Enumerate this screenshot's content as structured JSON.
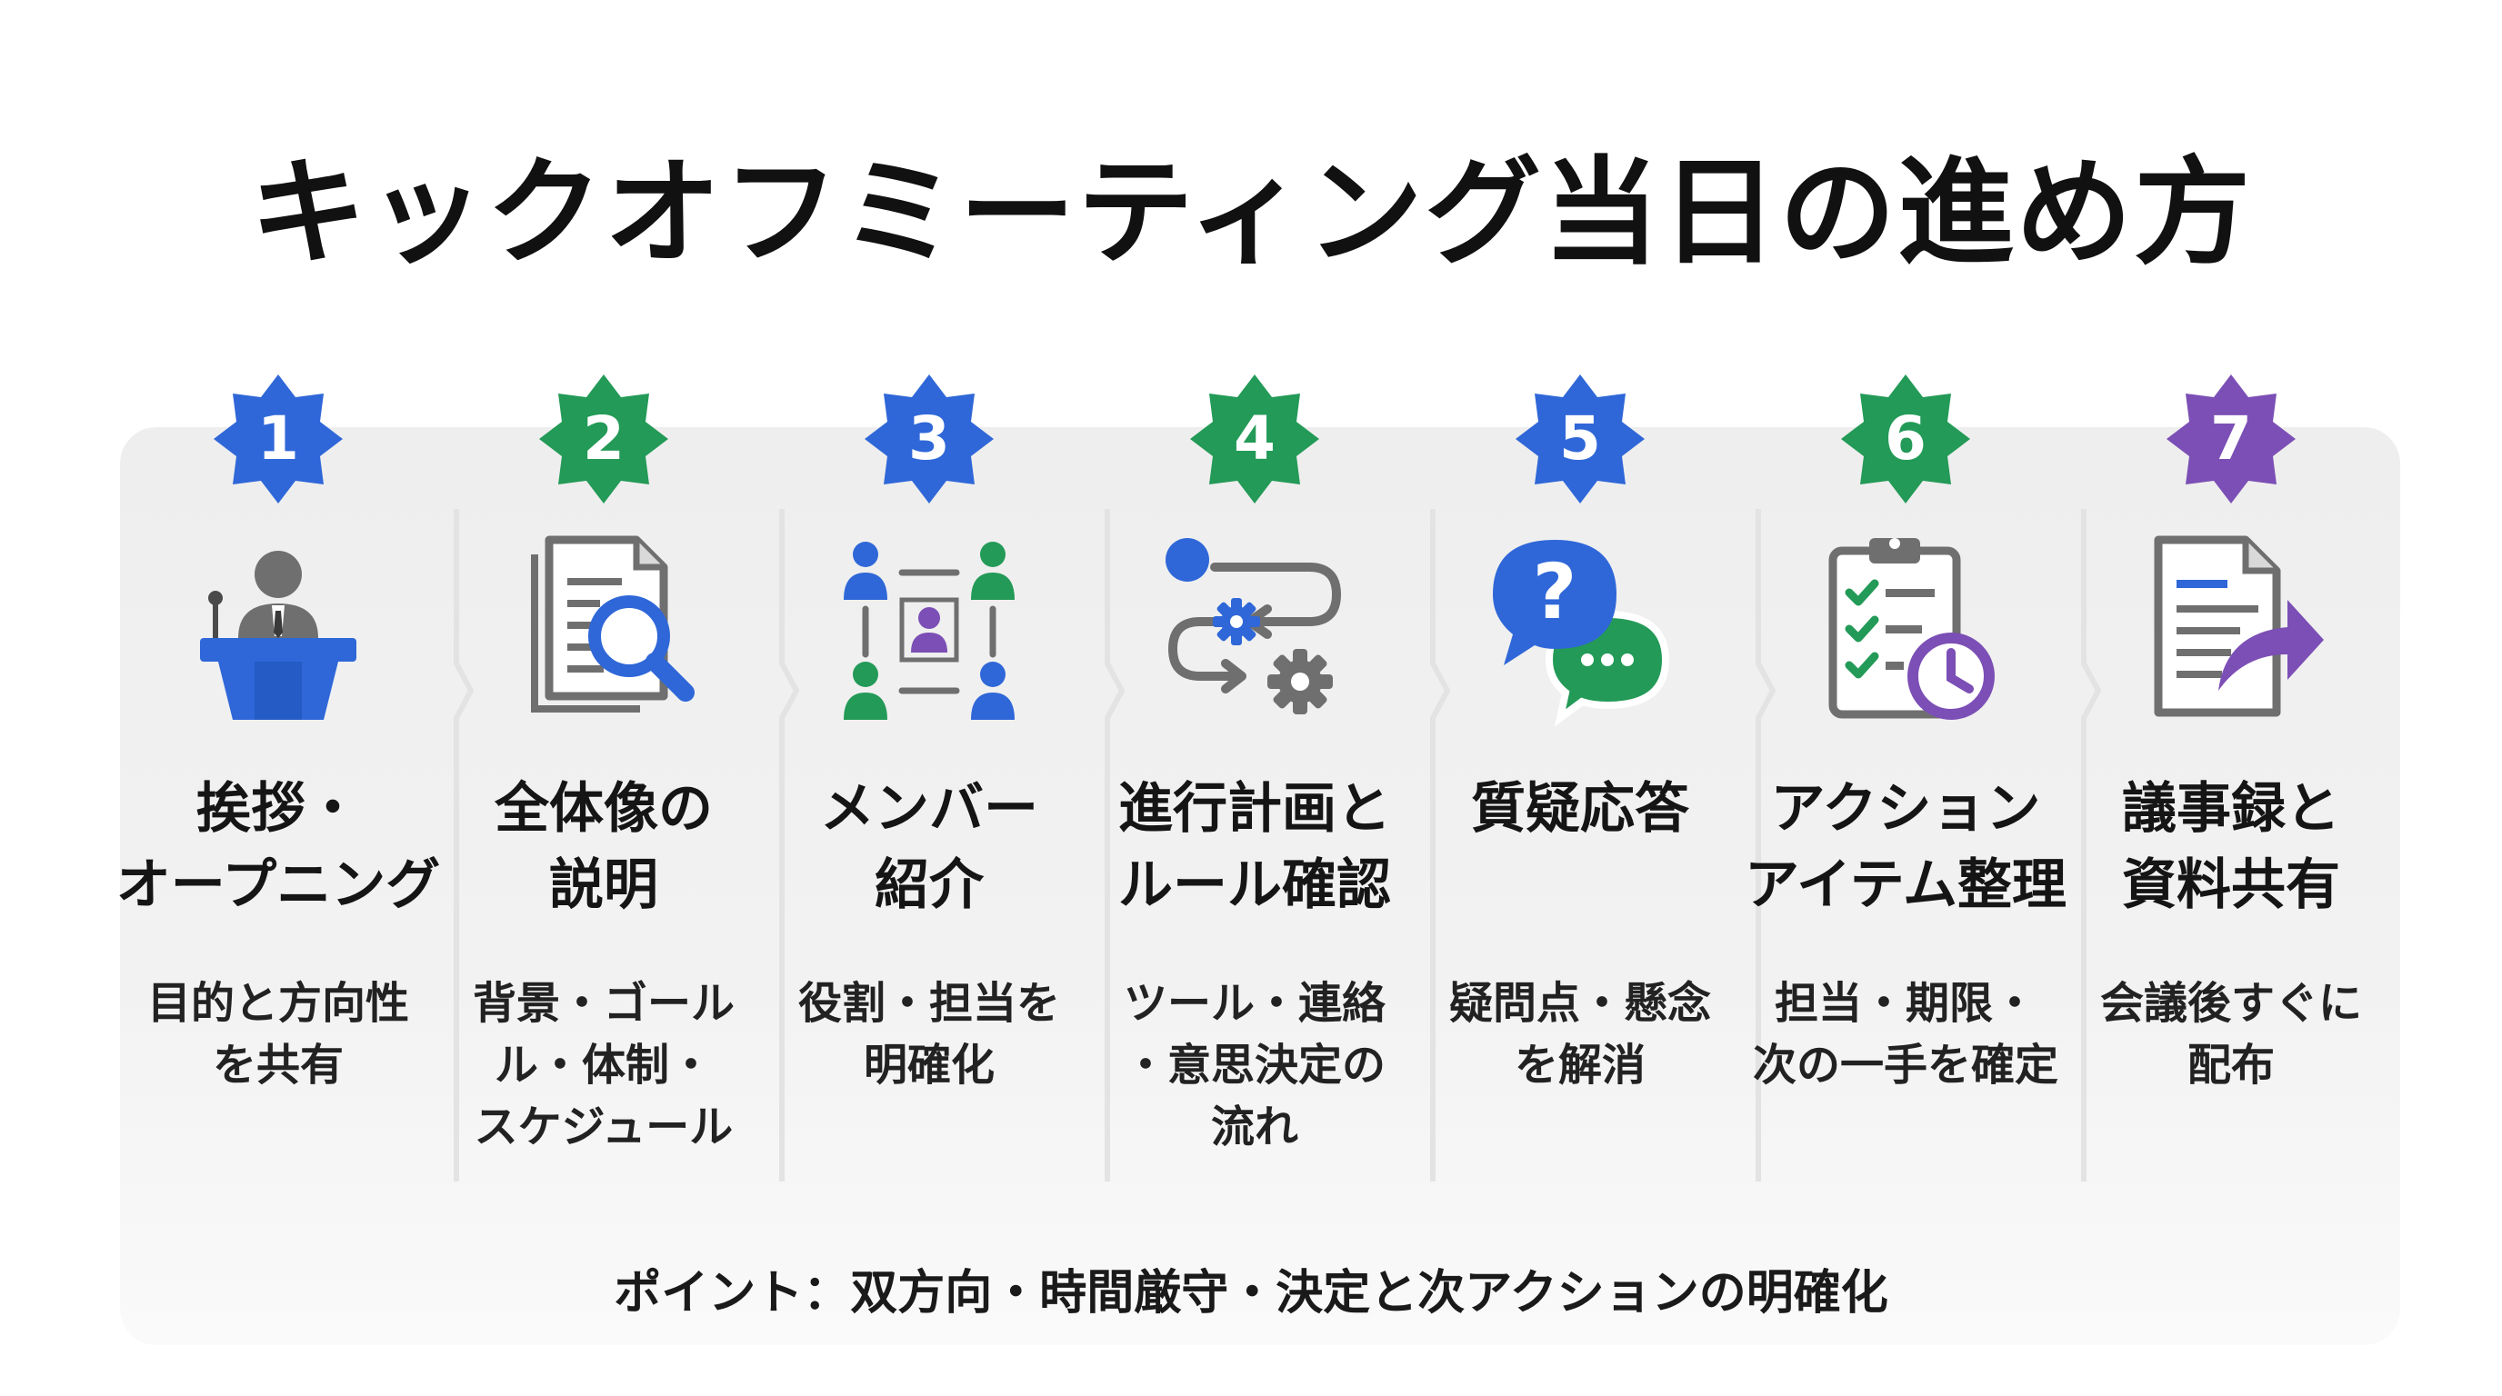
{
  "title": "キックオフミーティング当日の進め方",
  "colors": {
    "blue": "#2f67d8",
    "green": "#239a57",
    "purple": "#7b4fb5",
    "gray": "#6f6f6f"
  },
  "steps": [
    {
      "number": "1",
      "badge_color": "#2f67d8",
      "icon": "podium-speaker-icon",
      "label_lines": [
        "挨拶・",
        "オープニング"
      ],
      "desc_lines": [
        "目的と方向性",
        "を共有"
      ]
    },
    {
      "number": "2",
      "badge_color": "#239a57",
      "icon": "document-magnifier-icon",
      "label_lines": [
        "全体像の",
        "説明"
      ],
      "desc_lines": [
        "背景・ゴール",
        "ル・体制・",
        "スケジュール"
      ]
    },
    {
      "number": "3",
      "badge_color": "#2f67d8",
      "icon": "team-network-icon",
      "label_lines": [
        "メンバー",
        "紹介"
      ],
      "desc_lines": [
        "役割・担当を",
        "明確化"
      ]
    },
    {
      "number": "4",
      "badge_color": "#239a57",
      "icon": "process-gears-icon",
      "label_lines": [
        "進行計画と",
        "ルール確認"
      ],
      "desc_lines": [
        "ツール・連絡",
        "・意思決定の",
        "流れ"
      ]
    },
    {
      "number": "5",
      "badge_color": "#2f67d8",
      "icon": "question-chat-icon",
      "label_lines": [
        "質疑応答"
      ],
      "desc_lines": [
        "疑問点・懸念",
        "を解消"
      ]
    },
    {
      "number": "6",
      "badge_color": "#239a57",
      "icon": "checklist-clock-icon",
      "label_lines": [
        "アクション",
        "アイテム整理"
      ],
      "desc_lines": [
        "担当・期限・",
        "次の一手を確定"
      ]
    },
    {
      "number": "7",
      "badge_color": "#7b4fb5",
      "icon": "document-share-icon",
      "label_lines": [
        "議事録と",
        "資料共有"
      ],
      "desc_lines": [
        "会議後すぐに",
        "配布"
      ]
    }
  ],
  "point": "ポイント：双方向・時間厳守・決定と次アクションの明確化"
}
